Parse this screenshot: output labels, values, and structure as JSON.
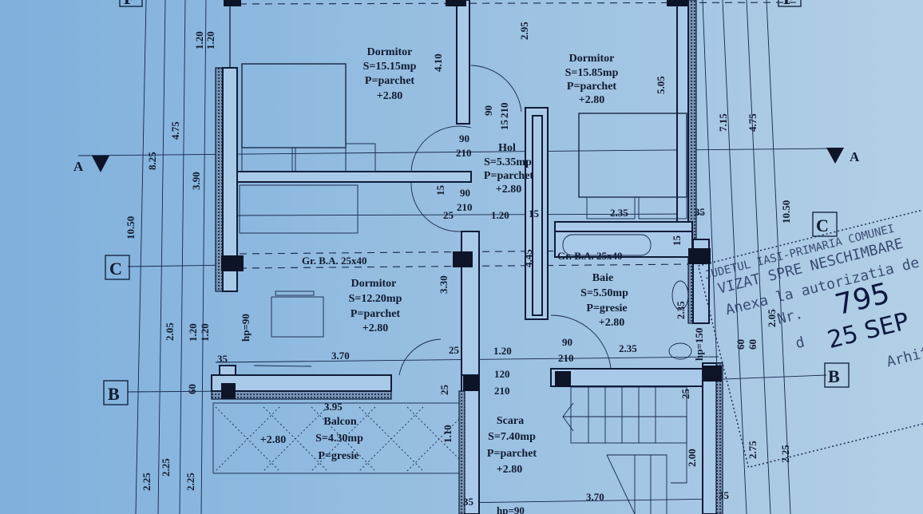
{
  "colors": {
    "paper": "#8fb8de",
    "ink": "#0d1b36"
  },
  "axes": {
    "F": "F",
    "A": "A",
    "C": "C",
    "B": "B"
  },
  "beam_label": "Gr. B.A. 25x40",
  "rooms": [
    {
      "name": "Dormitor",
      "area": "S=15.15mp",
      "floor": "P=parchet",
      "level": "+2.80"
    },
    {
      "name": "Dormitor",
      "area": "S=15.85mp",
      "floor": "P=parchet",
      "level": "+2.80"
    },
    {
      "name": "Hol",
      "area": "S=5.35mp",
      "floor": "P=parchet",
      "level": "+2.80"
    },
    {
      "name": "Dormitor",
      "area": "S=12.20mp",
      "floor": "P=parchet",
      "level": "+2.80"
    },
    {
      "name": "Baie",
      "area": "S=5.50mp",
      "floor": "P=gresie",
      "level": "+2.80"
    },
    {
      "name": "Balcon",
      "area": "S=4.30mp",
      "floor": "P=gresie",
      "level": "+2.80"
    },
    {
      "name": "Scara",
      "area": "S=7.40mp",
      "floor": "P=parchet",
      "level": "+2.80"
    }
  ],
  "doors": {
    "d90": "90",
    "d210": "210",
    "d120": "120"
  },
  "dims": {
    "left_outer": "10.50",
    "left_825": "8.25",
    "left_475": "4.75",
    "left_390": "3.90",
    "left_120a": "1.20",
    "left_120b": "1.20",
    "left_205": "2.05",
    "left_120c": "1.20",
    "left_120d": "1.20",
    "left_60": "60",
    "left_225a": "2.25",
    "left_225b": "2.25",
    "left_225c": "2.25",
    "d410": "4.10",
    "d295": "2.95",
    "d505": "5.05",
    "d715": "7.15",
    "r475": "4.75",
    "r1050": "10.50",
    "d445": "4.45",
    "d330": "3.30",
    "d15a": "15",
    "d15b": "15",
    "d15c": "15",
    "d15d": "15",
    "d25a": "25",
    "d25b": "25",
    "d25c": "25",
    "d25d": "25",
    "d120a": "1.20",
    "d120b": "1.20",
    "d235a": "2.35",
    "d235b": "2.35",
    "d235c": "2.35",
    "d35a": "35",
    "d35b": "35",
    "d35c": "35",
    "d35d": "35",
    "d370a": "3.70",
    "d370b": "3.70",
    "d395": "3.95",
    "d110": "1.10",
    "d200": "2.00",
    "r205": "2.05",
    "r60a": "60",
    "r60b": "60",
    "r275": "2.75",
    "r225": "2.25",
    "hp90a": "hp=90",
    "hp90b": "hp=90",
    "hp150": "hp=150"
  },
  "stamp": {
    "line1": "JUDETUL IASI-PRIMARIA COMUNEI",
    "line2": "VIZAT SPRE NESCHIMBARE",
    "line3": "Anexa la autorizatia de",
    "nr_label": "Nr.",
    "nr": "795",
    "d_label": "d",
    "date": "25 SEP",
    "signature_label": "Arhitect"
  }
}
